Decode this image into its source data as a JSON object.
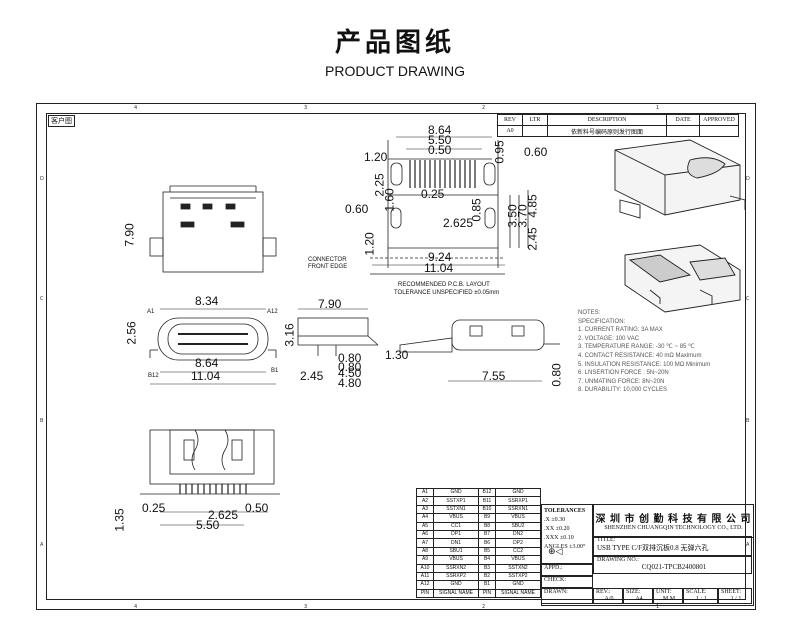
{
  "header": {
    "title_cn": "产品图纸",
    "title_en": "PRODUCT DRAWING"
  },
  "frame": {
    "client_tag": "客户图",
    "zones_top": [
      "4",
      "3",
      "2",
      "1"
    ],
    "zones_side": [
      "D",
      "C",
      "B",
      "A"
    ]
  },
  "revision": {
    "headers": [
      "REV",
      "LTR",
      "DESCRIPTION",
      "DATE",
      "APPROVED"
    ],
    "row": [
      "A0",
      "",
      "依新料号编码原则发行图面",
      "",
      ""
    ]
  },
  "dims": {
    "top": [
      "8.64",
      "5.50",
      "0.50",
      "0.25",
      "1.20",
      "2.25",
      "0.95",
      "0.60",
      "1.60",
      "0.60",
      "0.85",
      "2.625",
      "3.50",
      "3.70",
      "4.85",
      "2.45",
      "9.24",
      "11.04",
      "1.20"
    ],
    "front": [
      "8.34",
      "2.56",
      "8.64",
      "11.04"
    ],
    "side": [
      "7.90",
      "3.16",
      "0.80",
      "0.80",
      "1.30",
      "2.45",
      "4.50",
      "4.80"
    ],
    "rear": [
      "7.55",
      "0.80"
    ],
    "left": [
      "7.90"
    ],
    "pcb": [
      "0.25",
      "0.50",
      "2.625",
      "5.50",
      "1.35"
    ]
  },
  "labels": {
    "connector_front_edge": "CONNECTOR FRONT EDGE",
    "pcb_layout": "RECOMMENDED P.C.B. LAYOUT",
    "tolerance": "TOLERANCE UNSPECIFIED ±0.05mm",
    "a1": "A1",
    "a12": "A12",
    "b12": "B12",
    "b1": "B1"
  },
  "notes": [
    "NOTES:",
    "SPECIFICATION:",
    "1. CURRENT RATING: 3A MAX",
    "2. VOLTAGE: 100 VAC",
    "3. TEMPERATURE RANGE: -30 ℃ ~ 85 ℃",
    "4. CONTACT RESISTANCE: 40 mΩ Maximum",
    "5. INSULATION RESISTANCE: 100 MΩ Minimum",
    "6. LNSERTION FORCE : 5N~20N",
    "7. UNMATING FORCE: 8N~20N",
    "8. DURABILITY: 10,000 CYCLES"
  ],
  "pins": {
    "rows": [
      [
        "A1",
        "GND",
        "B12",
        "GND"
      ],
      [
        "A2",
        "SSTXP1",
        "B11",
        "SSRXP1"
      ],
      [
        "A3",
        "SSTXN1",
        "B10",
        "SSRXN1"
      ],
      [
        "A4",
        "VBUS",
        "B9",
        "VBUS"
      ],
      [
        "A5",
        "CC1",
        "B8",
        "SBU2"
      ],
      [
        "A6",
        "DP1",
        "B7",
        "DN2"
      ],
      [
        "A7",
        "DN1",
        "B6",
        "DP2"
      ],
      [
        "A8",
        "SBU1",
        "B5",
        "CC2"
      ],
      [
        "A9",
        "VBUS",
        "B4",
        "VBUS"
      ],
      [
        "A10",
        "SSRXN2",
        "B3",
        "SSTXN2"
      ],
      [
        "A11",
        "SSRXP2",
        "B2",
        "SSTXP2"
      ],
      [
        "A12",
        "GND",
        "B1",
        "GND"
      ]
    ],
    "footer": [
      "PIN",
      "SIGNAL NAME",
      "PIN",
      "SIGNAL NAME"
    ]
  },
  "title_block": {
    "tolerances": "TOLERANCES",
    "tol_rows": [
      ".X    ±0.30",
      ".XX   ±0.20",
      ".XXX  ±0.10",
      "ANGLES ±3.00°"
    ],
    "company_cn": "深 圳 市 创 勤 科 技 有 限 公 司",
    "company_en": "SHENZHEN CHUANGQIN TECHNOLOGY CO., LTD.",
    "title_label": "TITLE:",
    "title": "USB TYPE C/F双排沉板0.8 无弹六孔",
    "drawing_no_label": "DRAWING NO.:",
    "drawing_no": "CQ021-TPCB2400801",
    "appd": "APPD.:",
    "check": "CHECK:",
    "drawn": "DRAWN:",
    "rev_label": "REV.:",
    "rev": "A/0",
    "size_label": "SIZE:",
    "size": "A4",
    "unit_label": "UNIT:",
    "unit": "M M",
    "scale_label": "SCALE:",
    "scale": "1 : 1",
    "sheet_label": "SHEET:",
    "sheet": "1 / 1"
  }
}
